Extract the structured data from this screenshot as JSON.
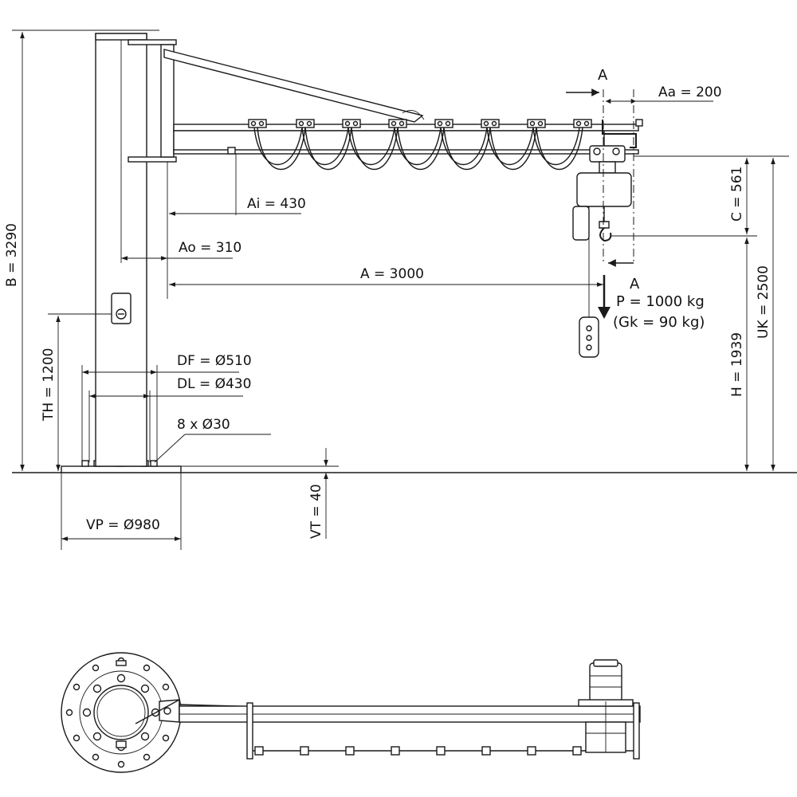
{
  "drawing": {
    "side_view": {
      "section_mark_top": "A",
      "section_mark_bottom": "A",
      "dims": {
        "B": "B = 3290",
        "Aa": "Aa = 200",
        "Ai": "Ai = 430",
        "Ao": "Ao = 310",
        "A": "A = 3000",
        "C": "C = 561",
        "UK": "UK = 2500",
        "H": "H = 1939",
        "TH": "TH = 1200",
        "DF": "DF = Ø510",
        "DL": "DL = Ø430",
        "bolts": "8 x Ø30",
        "VP": "VP = Ø980",
        "VT": "VT = 40"
      },
      "load": {
        "P": "P = 1000 kg",
        "Gk": "(Gk = 90 kg)"
      }
    },
    "top_view": {}
  }
}
